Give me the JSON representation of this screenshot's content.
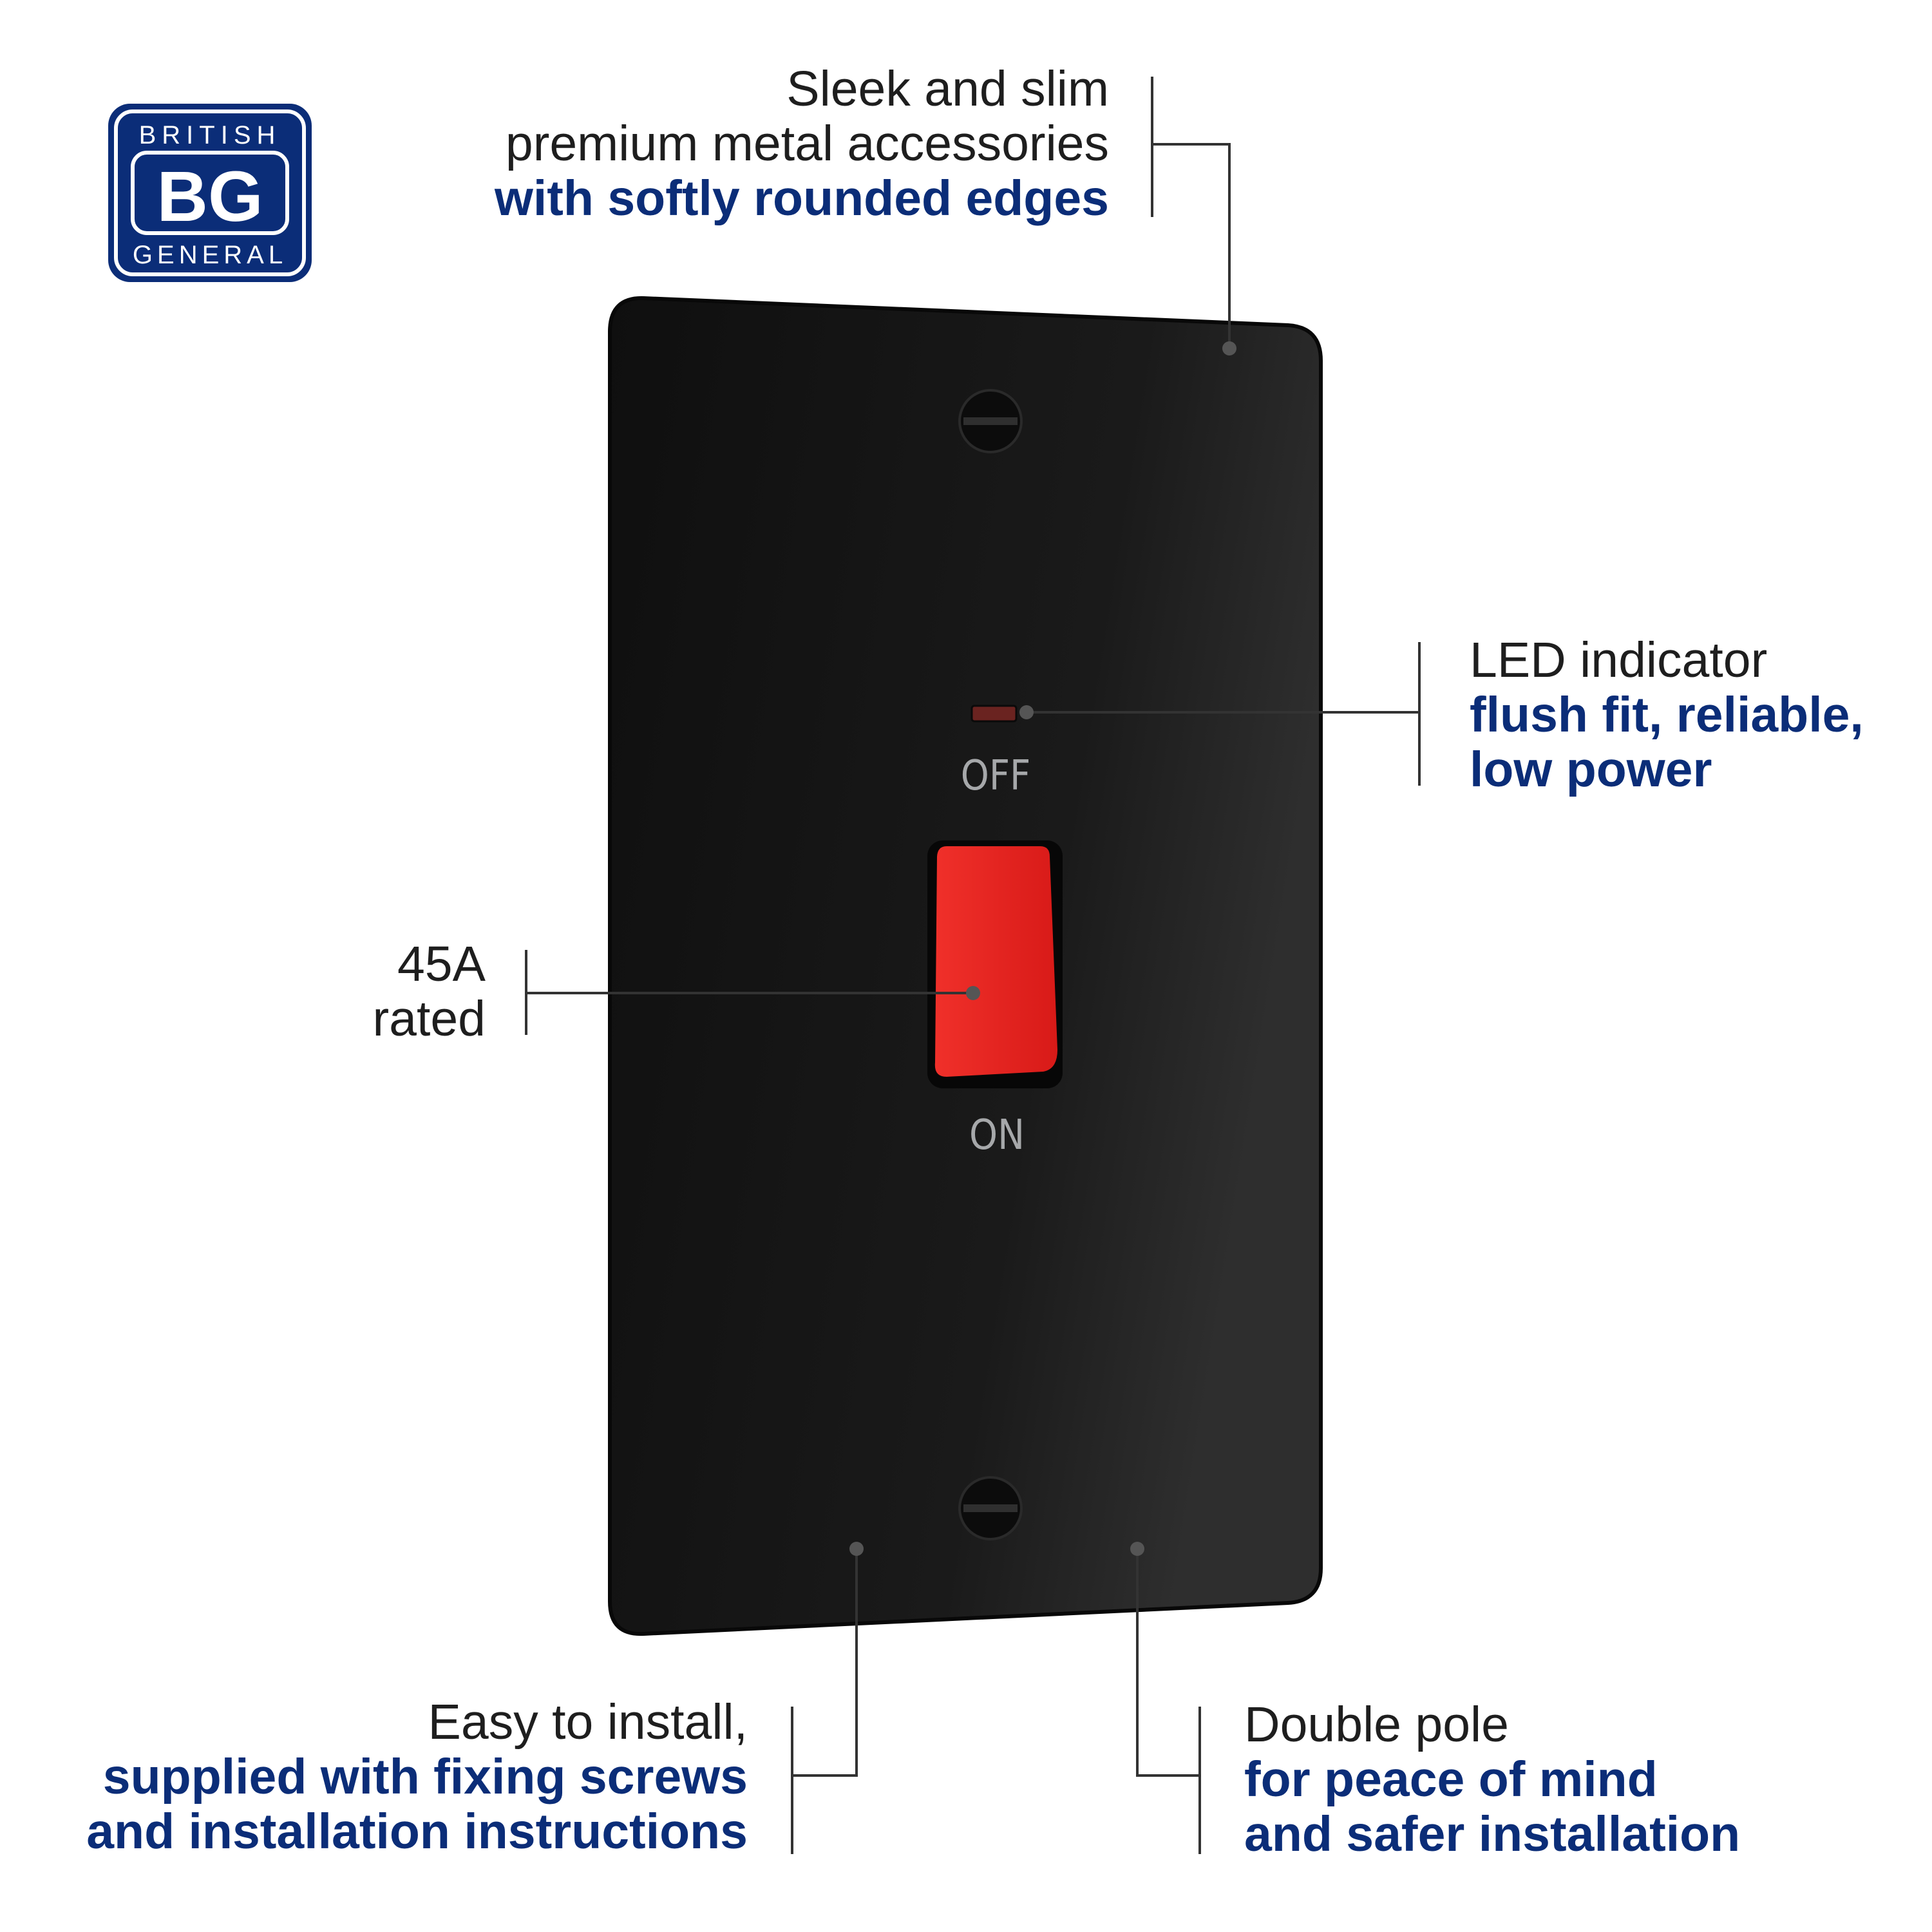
{
  "brand": {
    "logo_text": [
      "BRITISH",
      "BG",
      "GENERAL"
    ],
    "color": "#0b2d78"
  },
  "features": {
    "top": {
      "lines": [
        "Sleek and slim",
        "premium metal accessories"
      ],
      "highlight": [
        "with softly rounded edges"
      ]
    },
    "led": {
      "lines": [
        "LED indicator"
      ],
      "highlight": [
        "flush fit, reliable,",
        "low power"
      ]
    },
    "rating": {
      "lines": [
        "45A",
        "rated"
      ]
    },
    "install": {
      "lines": [
        "Easy to install,"
      ],
      "highlight": [
        "supplied with fixing screws",
        "and installation instructions"
      ]
    },
    "pole": {
      "lines": [
        "Double pole"
      ],
      "highlight": [
        "for peace of mind",
        "and safer installation"
      ]
    }
  },
  "product": {
    "off_label": "OFF",
    "on_label": "ON",
    "plate_color": "#151515",
    "switch_color": "#e8221f",
    "led_color": "#6a2320"
  }
}
